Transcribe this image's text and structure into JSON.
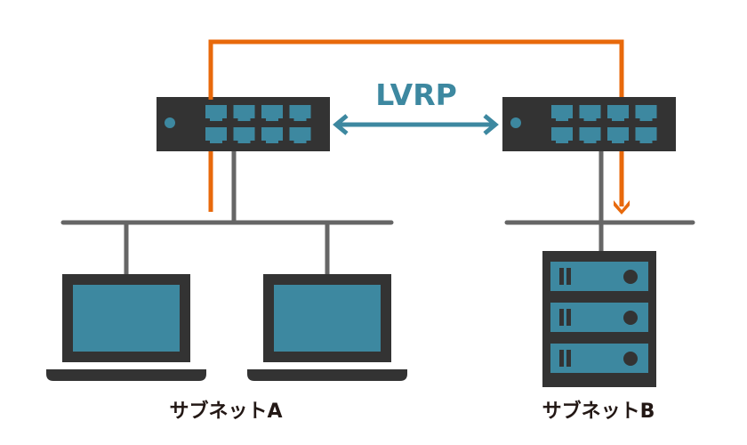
{
  "diagram": {
    "protocol_label": "LVRP",
    "subnet_a_label": "サブネットA",
    "subnet_b_label": "サブネットB",
    "nodes": [
      {
        "id": "switch-a",
        "type": "switch",
        "ports": 8,
        "subnet": "A"
      },
      {
        "id": "switch-b",
        "type": "switch",
        "ports": 8,
        "subnet": "B"
      },
      {
        "id": "laptop-1",
        "type": "laptop",
        "subnet": "A"
      },
      {
        "id": "laptop-2",
        "type": "laptop",
        "subnet": "A"
      },
      {
        "id": "server-b",
        "type": "server-rack",
        "units": 3,
        "subnet": "B"
      }
    ],
    "links": [
      {
        "from": "switch-a",
        "to": "switch-b",
        "kind": "bidirectional",
        "label": "LVRP"
      },
      {
        "from": "subnet-a",
        "to": "subnet-b",
        "kind": "traffic-path",
        "direction": "A to B"
      }
    ],
    "colors": {
      "device": "#333333",
      "accent": "#3d88a0",
      "traffic": "#e8690b",
      "cable": "#666666",
      "text": "#231815"
    }
  }
}
